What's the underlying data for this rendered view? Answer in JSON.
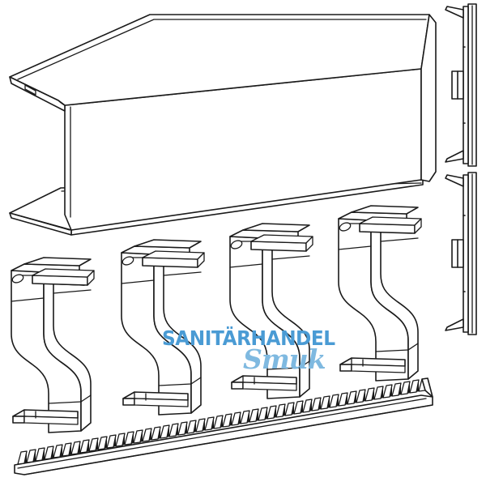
{
  "image": {
    "type": "technical-line-drawing",
    "subject": "shower channel cover profile with mounting clips and sealing comb strip",
    "background_color": "#ffffff",
    "line_color": "#1a1a1a"
  },
  "watermark": {
    "main_text": "SANITÄRHANDEL",
    "script_text": "Smuk",
    "main_color": "#4a9bd4",
    "script_color": "#7fb9e0"
  },
  "parts": [
    {
      "name": "cover-profile",
      "label": "U-shaped cover profile",
      "count": 1
    },
    {
      "name": "mounting-clip",
      "label": "S-shaped mounting clip",
      "count": 4
    },
    {
      "name": "end-bracket",
      "label": "vertical end bracket with tab",
      "count": 2
    },
    {
      "name": "comb-strip",
      "label": "serrated sealing comb strip",
      "count": 1
    }
  ],
  "comb_strip": {
    "teeth_count": 46
  }
}
